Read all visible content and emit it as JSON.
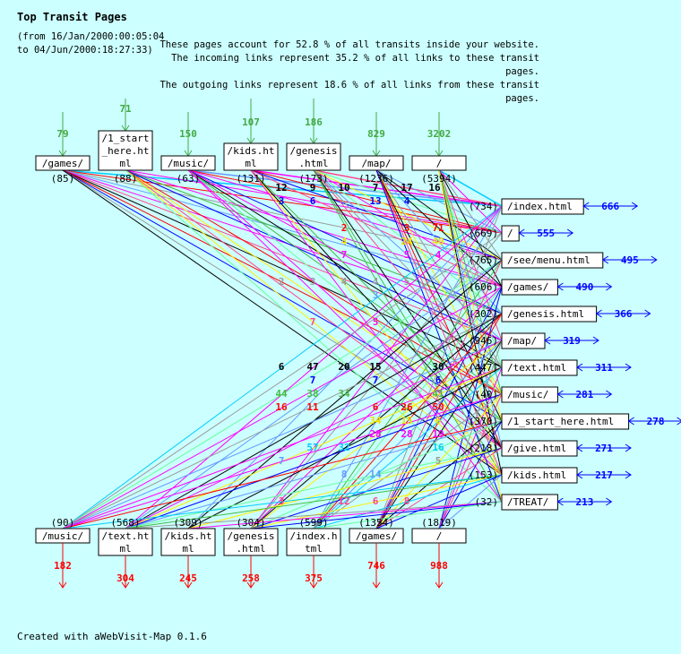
{
  "header": {
    "title": "Top Transit Pages",
    "range_line1": "(from 16/Jan/2000:00:05:04",
    "range_line2": "to 04/Jun/2000:18:27:33)",
    "summary": [
      "These pages account for 52.8 % of all transits inside your website.",
      "The incoming links represent 35.2 % of all links to these transit pages.",
      "The outgoing links represent 18.6 % of all links from these transit pages."
    ]
  },
  "colors": {
    "background": "#ccffff",
    "incoming": "#44aa44",
    "outgoing": "#ff0000",
    "right_arrows": "#0000ff",
    "palette": [
      "#000000",
      "#0000ff",
      "#ff0000",
      "#ffee00",
      "#ff00ff",
      "#999999",
      "#00ccff",
      "#44bb44",
      "#ff4488",
      "#6699ff",
      "#66ff99"
    ]
  },
  "top_nodes": [
    {
      "label": [
        "/games/"
      ],
      "incoming": "79",
      "count": "(85)"
    },
    {
      "label": [
        "/1_start",
        "_here.ht",
        "ml"
      ],
      "incoming": "71",
      "count": "(88)"
    },
    {
      "label": [
        "/music/"
      ],
      "incoming": "150",
      "count": "(63)"
    },
    {
      "label": [
        "/kids.ht",
        "ml"
      ],
      "incoming": "107",
      "count": "(131)"
    },
    {
      "label": [
        "/genesis",
        ".html"
      ],
      "incoming": "186",
      "count": "(173)"
    },
    {
      "label": [
        "/map/"
      ],
      "incoming": "829",
      "count": "(1236)"
    },
    {
      "label": [
        "/"
      ],
      "incoming": "3202",
      "count": "(5394)"
    }
  ],
  "right_nodes": [
    {
      "label": "/index.html",
      "count": "(734)",
      "outgoing": "666"
    },
    {
      "label": "/",
      "count": "(669)",
      "outgoing": "555"
    },
    {
      "label": "/see/menu.html",
      "count": "(765)",
      "outgoing": "495"
    },
    {
      "label": "/games/",
      "count": "(606)",
      "outgoing": "490"
    },
    {
      "label": "/genesis.html",
      "count": "(302)",
      "outgoing": "366"
    },
    {
      "label": "/map/",
      "count": "(946)",
      "outgoing": "319"
    },
    {
      "label": "/text.html",
      "count": "(447)",
      "outgoing": "311"
    },
    {
      "label": "/music/",
      "count": "(40)",
      "outgoing": "281"
    },
    {
      "label": "/1_start_here.html",
      "count": "(370)",
      "outgoing": "278"
    },
    {
      "label": "/give.html",
      "count": "(218)",
      "outgoing": "271"
    },
    {
      "label": "/kids.html",
      "count": "(153)",
      "outgoing": "217"
    },
    {
      "label": "/TREAT/",
      "count": "(32)",
      "outgoing": "213"
    }
  ],
  "bottom_nodes": [
    {
      "label": [
        "/music/"
      ],
      "count": "(90)",
      "outgoing": "182"
    },
    {
      "label": [
        "/text.ht",
        "ml"
      ],
      "count": "(568)",
      "outgoing": "304"
    },
    {
      "label": [
        "/kids.ht",
        "ml"
      ],
      "count": "(309)",
      "outgoing": "245"
    },
    {
      "label": [
        "/genesis",
        ".html"
      ],
      "count": "(304)",
      "outgoing": "258"
    },
    {
      "label": [
        "/index.h",
        "tml"
      ],
      "count": "(599)",
      "outgoing": "375"
    },
    {
      "label": [
        "/games/"
      ],
      "count": "(1354)",
      "outgoing": "746"
    },
    {
      "label": [
        "/"
      ],
      "count": "(1819)",
      "outgoing": "988"
    }
  ],
  "edge_labels": [
    {
      "text": "12",
      "color": "#000000"
    },
    {
      "text": "9",
      "color": "#000000"
    },
    {
      "text": "10",
      "color": "#000000"
    },
    {
      "text": "7",
      "color": "#000000"
    },
    {
      "text": "17",
      "color": "#000000"
    },
    {
      "text": "16",
      "color": "#000000"
    },
    {
      "text": "3",
      "color": "#0000ff"
    },
    {
      "text": "6",
      "color": "#0000ff"
    },
    {
      "text": "13",
      "color": "#0000ff"
    },
    {
      "text": "4",
      "color": "#0000ff"
    },
    {
      "text": "2",
      "color": "#ff0000"
    },
    {
      "text": "3",
      "color": "#ff0000"
    },
    {
      "text": "71",
      "color": "#ff0000"
    },
    {
      "text": "4",
      "color": "#eedd00"
    },
    {
      "text": "24",
      "color": "#eedd00"
    },
    {
      "text": "40",
      "color": "#eedd00"
    },
    {
      "text": "7",
      "color": "#ff00ff"
    },
    {
      "text": "5",
      "color": "#ff00ff"
    },
    {
      "text": "4",
      "color": "#ff00ff"
    },
    {
      "text": "2",
      "color": "#999999"
    },
    {
      "text": "3",
      "color": "#999999"
    },
    {
      "text": "4",
      "color": "#999999"
    },
    {
      "text": "4",
      "color": "#999999"
    },
    {
      "text": "5",
      "color": "#999999"
    },
    {
      "text": "3",
      "color": "#6699ff"
    },
    {
      "text": "7",
      "color": "#ff4488"
    },
    {
      "text": "5",
      "color": "#ff00ff"
    },
    {
      "text": "6",
      "color": "#000000"
    },
    {
      "text": "47",
      "color": "#000000"
    },
    {
      "text": "20",
      "color": "#000000"
    },
    {
      "text": "15",
      "color": "#000000"
    },
    {
      "text": "30",
      "color": "#000000"
    },
    {
      "text": "7",
      "color": "#0000ff"
    },
    {
      "text": "7",
      "color": "#0000ff"
    },
    {
      "text": "6",
      "color": "#0000ff"
    },
    {
      "text": "44",
      "color": "#44bb44"
    },
    {
      "text": "38",
      "color": "#44bb44"
    },
    {
      "text": "34",
      "color": "#44bb44"
    },
    {
      "text": "41",
      "color": "#44bb44"
    },
    {
      "text": "16",
      "color": "#ff0000"
    },
    {
      "text": "11",
      "color": "#ff0000"
    },
    {
      "text": "6",
      "color": "#ff0000"
    },
    {
      "text": "26",
      "color": "#ff0000"
    },
    {
      "text": "50",
      "color": "#ff0000"
    },
    {
      "text": "34",
      "color": "#eedd00"
    },
    {
      "text": "15",
      "color": "#eedd00"
    },
    {
      "text": "6",
      "color": "#eedd00"
    },
    {
      "text": "28",
      "color": "#ff00ff"
    },
    {
      "text": "28",
      "color": "#ff00ff"
    },
    {
      "text": "19",
      "color": "#ff00ff"
    },
    {
      "text": "57",
      "color": "#00ccff"
    },
    {
      "text": "32",
      "color": "#00ccff"
    },
    {
      "text": "16",
      "color": "#00ccff"
    },
    {
      "text": "7",
      "color": "#6699ff"
    },
    {
      "text": "5",
      "color": "#999999"
    },
    {
      "text": "8",
      "color": "#6699ff"
    },
    {
      "text": "14",
      "color": "#6699ff"
    },
    {
      "text": "3",
      "color": "#ff4488"
    },
    {
      "text": "12",
      "color": "#ff4488"
    },
    {
      "text": "6",
      "color": "#ff4488"
    },
    {
      "text": "8",
      "color": "#ff4488"
    }
  ],
  "footer": {
    "credit": "Created with aWebVisit-Map 0.1.6"
  }
}
